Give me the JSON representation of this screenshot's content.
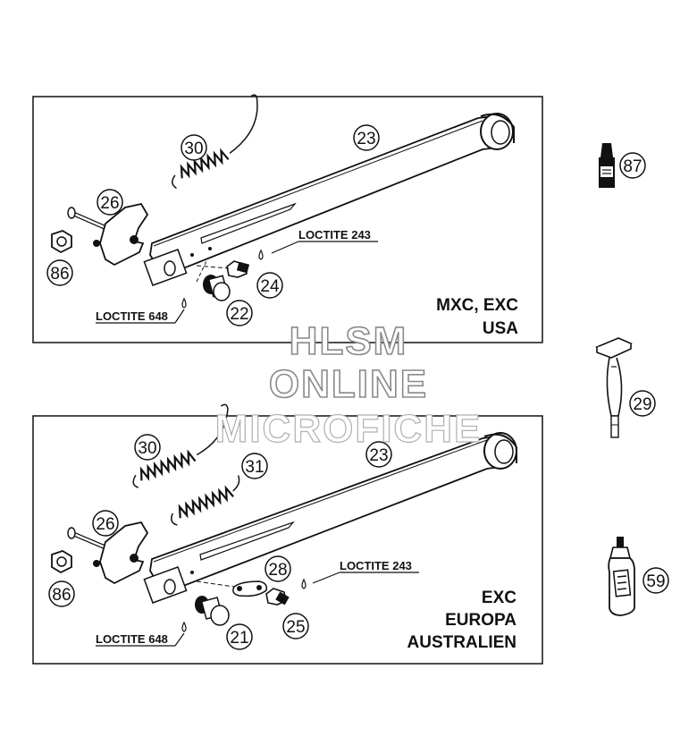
{
  "panel_top": {
    "variant_lines": [
      "MXC, EXC",
      "USA"
    ],
    "loctite_a": "LOCTITE 243",
    "loctite_b": "LOCTITE 648",
    "callouts": {
      "c30": "30",
      "c23": "23",
      "c26": "26",
      "c86": "86",
      "c24": "24",
      "c22": "22"
    }
  },
  "panel_bottom": {
    "variant_lines": [
      "EXC",
      "EUROPA",
      "AUSTRALIEN"
    ],
    "loctite_a": "LOCTITE 243",
    "loctite_b": "LOCTITE 648",
    "callouts": {
      "c30": "30",
      "c31": "31",
      "c23": "23",
      "c26": "26",
      "c86": "86",
      "c28": "28",
      "c25": "25",
      "c21": "21"
    }
  },
  "side_parts": {
    "c87": "87",
    "c29": "29",
    "c59": "59"
  },
  "watermark": [
    "HLSM",
    "ONLINE",
    "MICROFICHE"
  ]
}
